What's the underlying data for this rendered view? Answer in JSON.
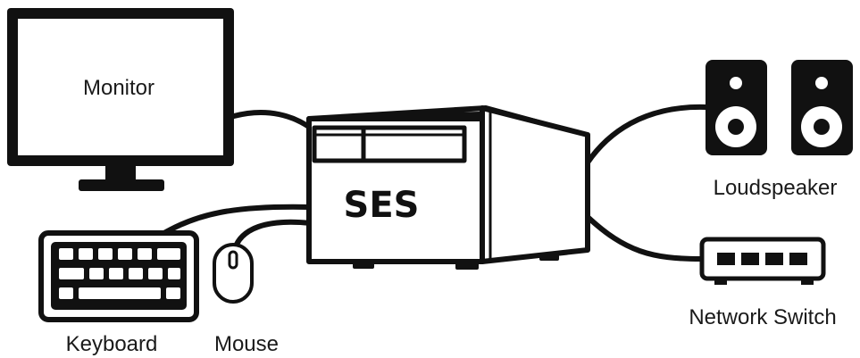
{
  "diagram": {
    "center_device": {
      "title": "SES"
    },
    "devices": {
      "monitor": {
        "label": "Monitor"
      },
      "keyboard": {
        "label": "Keyboard"
      },
      "mouse": {
        "label": "Mouse"
      },
      "loudspeaker": {
        "label": "Loudspeaker"
      },
      "network_switch": {
        "label": "Network Switch"
      }
    }
  },
  "colors": {
    "stroke": "#111111",
    "background": "#ffffff"
  },
  "icons": [
    "monitor-icon",
    "keyboard-icon",
    "mouse-icon",
    "loudspeaker-icon",
    "network-switch-icon",
    "server-box-icon"
  ]
}
